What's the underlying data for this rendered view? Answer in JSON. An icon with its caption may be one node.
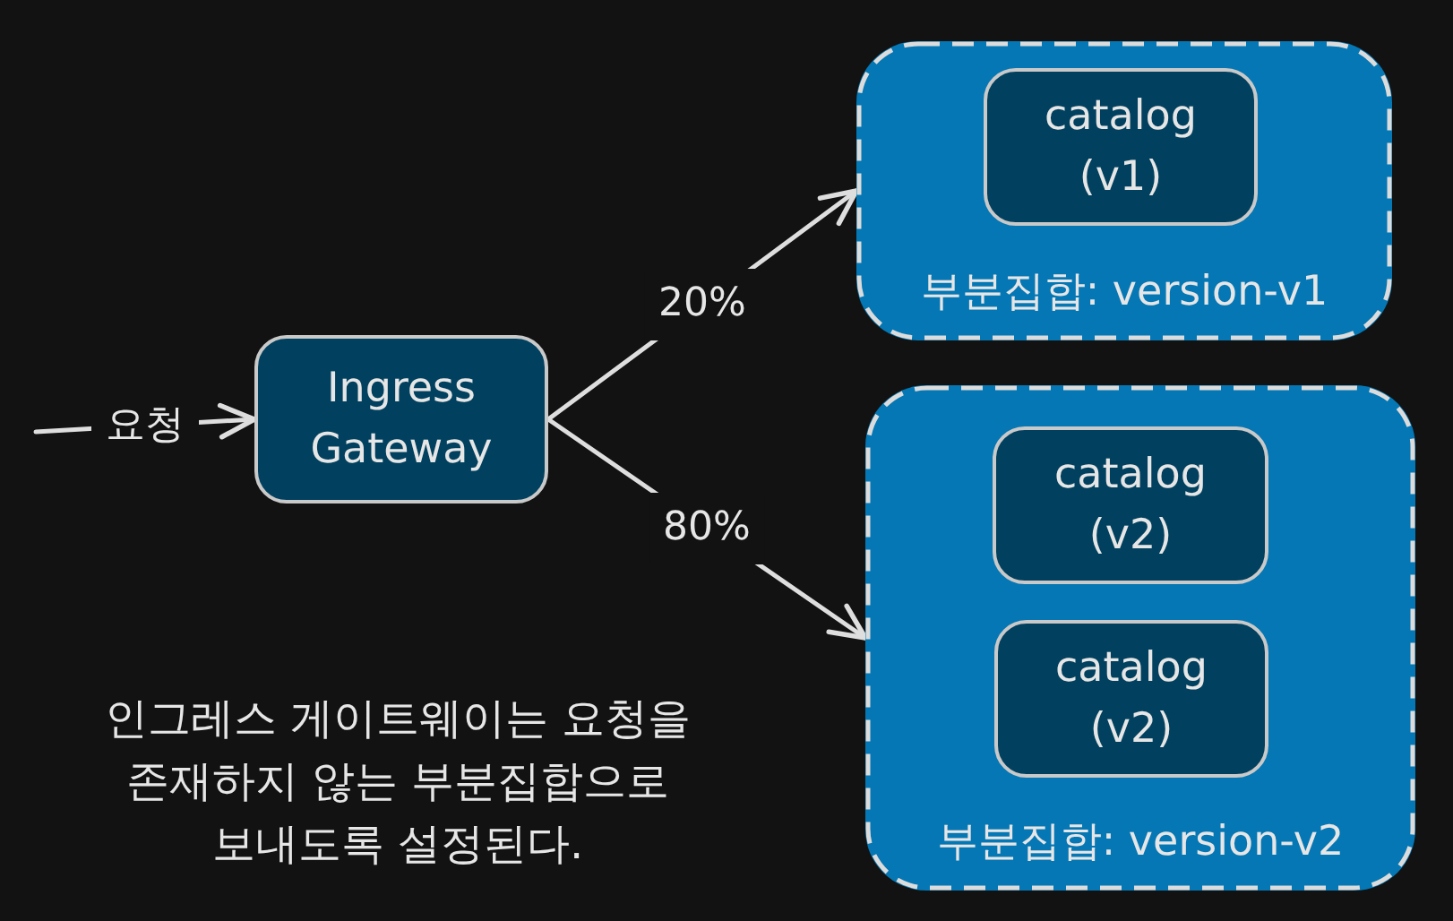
{
  "diagram": {
    "nodes": [
      {
        "text": [
          "Ingress Gateway"
        ]
      },
      {
        "text": [
          "부분집합: version-v1"
        ]
      },
      {
        "text": [
          "catalog (v1)"
        ],
        "in": 1
      },
      {
        "text": [
          "부분집합: version-v2"
        ]
      },
      {
        "text": [
          "catalog (v2)"
        ],
        "in": 3
      },
      {
        "text": [
          "catalog (v2)"
        ],
        "in": 3
      }
    ],
    "edges": [
      {
        "from": null,
        "to": 0,
        "arrow": "to",
        "label": "요청"
      },
      {
        "from": 0,
        "to": 1,
        "arrow": "to",
        "label": "20%"
      },
      {
        "from": 0,
        "to": 3,
        "arrow": "to",
        "label": "80%"
      }
    ],
    "labels": [
      "인그레스 게이트웨이는 요청을 존재하지 않는 부분집합으로 보내도록 설정된다."
    ]
  }
}
